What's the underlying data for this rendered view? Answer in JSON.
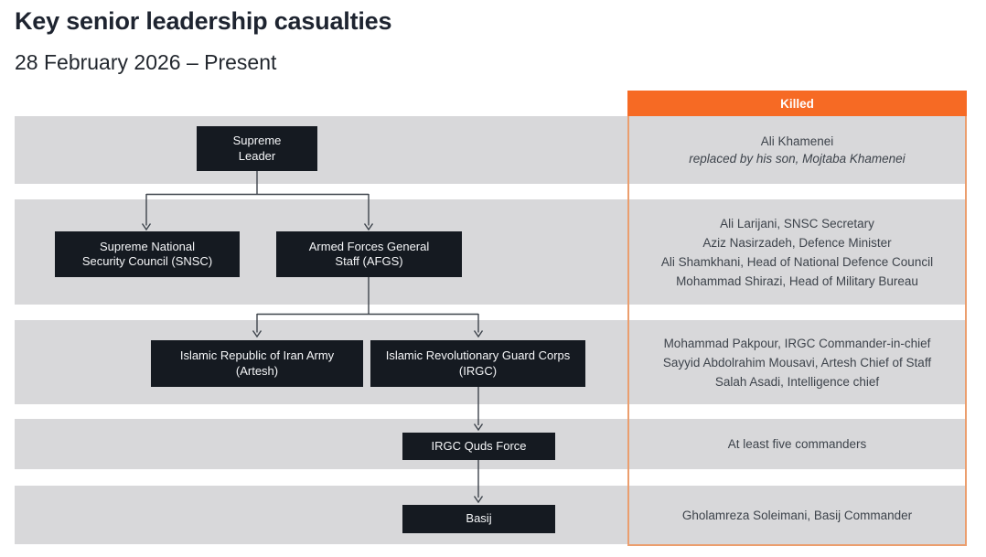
{
  "title": "Key senior leadership casualties",
  "subtitle": "28 February 2026 – Present",
  "killed_header": "Killed",
  "nodes": {
    "supreme_leader": [
      "Supreme",
      "Leader"
    ],
    "snsc": [
      "Supreme National",
      "Security Council (SNSC)"
    ],
    "afgs": [
      "Armed Forces General",
      "Staff (AFGS)"
    ],
    "artesh": [
      "Islamic Republic of Iran Army",
      "(Artesh)"
    ],
    "irgc": [
      "Islamic Revolutionary Guard Corps",
      "(IRGC)"
    ],
    "quds": [
      "IRGC Quds Force"
    ],
    "basij": [
      "Basij"
    ]
  },
  "killed_rows": [
    {
      "lines": [
        "Ali Khamenei"
      ],
      "note": "replaced by his son, Mojtaba Khamenei"
    },
    {
      "lines": [
        "Ali Larijani, SNSC Secretary",
        "Aziz Nasirzadeh, Defence Minister",
        "Ali Shamkhani, Head of National Defence Council",
        "Mohammad Shirazi, Head of Military Bureau"
      ]
    },
    {
      "lines": [
        "Mohammad Pakpour, IRGC Commander-in-chief",
        "Sayyid Abdolrahim Mousavi, Artesh Chief of Staff",
        "Salah Asadi, Intelligence chief"
      ]
    },
    {
      "lines": [
        "At least five commanders"
      ]
    },
    {
      "lines": [
        "Gholamreza Soleimani, Basij Commander"
      ]
    }
  ],
  "colors": {
    "row_band": "#d8d8da",
    "node_background": "#151a21",
    "node_text": "#f5f6f8",
    "killed_header_background": "#f66a24",
    "killed_border": "#eb9e6e",
    "connector": "#3e444c",
    "title_text": "#1e2430",
    "killed_text": "#3d434b"
  }
}
